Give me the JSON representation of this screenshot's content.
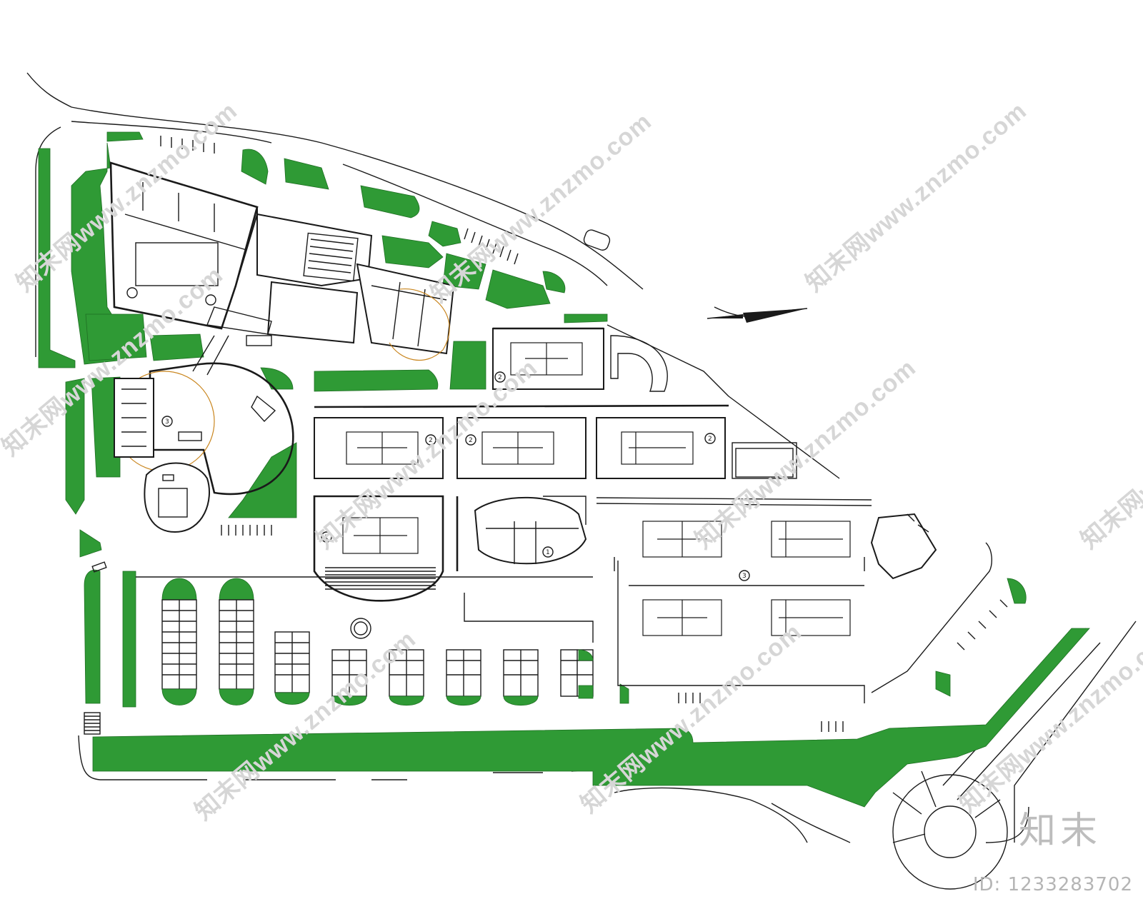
{
  "watermarks": [
    {
      "text": "知末网www.znzmo.com"
    },
    {
      "text": "知末网www.znzmo.com"
    },
    {
      "text": "知末网www.znzmo.com"
    },
    {
      "text": "知末网www.znzmo.com"
    },
    {
      "text": "知末网www.znzmo.com"
    },
    {
      "text": "知末网www.znzmo.com"
    },
    {
      "text": "知末网www.znzmo.com"
    },
    {
      "text": "知末网www.znzmo.com"
    },
    {
      "text": "知末网www.znzmo.com"
    },
    {
      "text": "知末网www.znzmo.com"
    }
  ],
  "logo": "知末",
  "image_id": "ID: 1233283702",
  "court_numbers": [
    "2",
    "2",
    "2",
    "2",
    "1",
    "1",
    "3",
    "3"
  ],
  "colors": {
    "lawn": "#2f9a35",
    "line": "#1a1a1a",
    "ring": "#c9861f"
  }
}
